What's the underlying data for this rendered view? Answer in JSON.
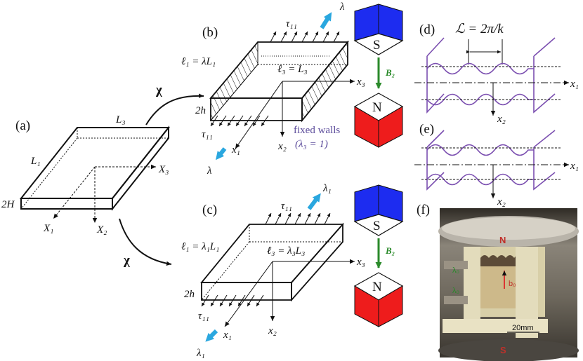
{
  "panels": {
    "a": "(a)",
    "b": "(b)",
    "c": "(c)",
    "d": "(d)",
    "e": "(e)",
    "f": "(f)"
  },
  "mapping_symbol": "χ",
  "panel_a": {
    "L3": "L₃",
    "L1": "L₁",
    "thickness": "2H",
    "X1": "X₁",
    "X2": "X₂",
    "X3": "X₃"
  },
  "panel_b": {
    "stretch": "λ",
    "stretch_bottom": "λ",
    "tau_top": "τ₁₁",
    "tau_bottom": "τ₁₁",
    "ell1": "ℓ₁ = λL₁",
    "ell3": "ℓ₃ = L₃",
    "thickness": "2h",
    "x1": "x₁",
    "x2": "x₂",
    "x3": "x₃",
    "fixed_walls": "fixed walls",
    "lambda3": "(λ₃ = 1)"
  },
  "panel_c": {
    "stretch": "λ₁",
    "stretch_bottom": "λ₁",
    "tau_top": "τ₁₁",
    "tau_bottom": "τ₁₁",
    "ell1": "ℓ₁ = λ₁L₁",
    "ell3": "ℓ₃ = λ₃L₃",
    "thickness": "2h",
    "x1": "x₁",
    "x2": "x₂",
    "x3": "x₃"
  },
  "magnets": {
    "top_pole": "S",
    "bottom_pole": "N",
    "field": "B₂",
    "colors": {
      "south": "#1d2cf0",
      "north": "#ee1c1c",
      "field_arrow": "#2a8a2a"
    }
  },
  "panel_d": {
    "wavelength": "ℒ = 2π/k",
    "x1": "x₁",
    "x2": "x₂"
  },
  "panel_e": {
    "x1": "x₁",
    "x2": "x₂"
  },
  "photo": {
    "north": "N",
    "south": "S",
    "lambda_top": "λ₀",
    "lambda_bottom": "λ₀",
    "field": "b₀",
    "scale": "20mm"
  },
  "colors": {
    "stretch_arrow": "#2aa7df",
    "wrinkle": "#7b4fb0",
    "ink": "#111111"
  }
}
